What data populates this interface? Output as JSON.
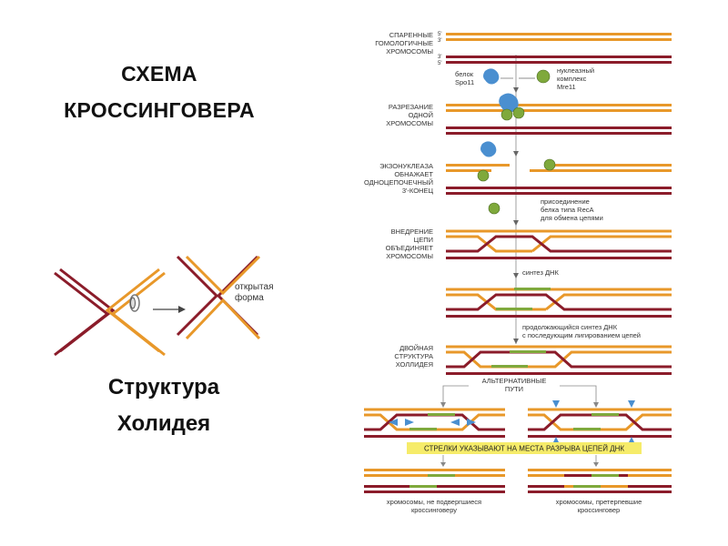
{
  "left": {
    "title_line1": "СХЕМА",
    "title_line2": "КРОССИНГОВЕРА",
    "holliday_line1": "Структура",
    "holliday_line2": "Холидея",
    "open_form_line1": "открытая",
    "open_form_line2": "форма"
  },
  "steps": {
    "s1": [
      "СПАРЕННЫЕ",
      "ГОМОЛОГИЧНЫЕ",
      "ХРОМОСОМЫ"
    ],
    "s2": [
      "РАЗРЕЗАНИЕ",
      "ОДНОЙ",
      "ХРОМОСОМЫ"
    ],
    "s3": [
      "ЭКЗОНУКЛЕАЗА",
      "ОБНАЖАЕТ",
      "ОДНОЦЕПОЧЕЧНЫЙ",
      "3'-КОНЕЦ"
    ],
    "s4": [
      "ВНЕДРЕНИЕ",
      "ЦЕПИ",
      "ОБЪЕДИНЯЕТ",
      "ХРОМОСОМЫ"
    ],
    "s6": [
      "ДВОЙНАЯ",
      "СТРУКТУРА",
      "ХОЛЛИДЕЯ"
    ]
  },
  "annotations": {
    "spo11": [
      "белок",
      "Spo11"
    ],
    "mre11": [
      "нуклеазный",
      "комплекс",
      "Mre11"
    ],
    "reca": [
      "присоединение",
      "белка типа RecA",
      "для обмена цепями"
    ],
    "synth": "синтез ДНК",
    "cont": [
      "продолжающийся синтез ДНК",
      "с последующим лигированием цепей"
    ],
    "alt": [
      "АЛЬТЕРНАТИВНЫЕ",
      "ПУТИ"
    ],
    "banner": "СТРЕЛКИ УКАЗЫВАЮТ НА МЕСТА РАЗРЫВА ЦЕПЕЙ ДНК",
    "res_left": [
      "хромосомы, не подвергшиеся",
      "кроссинговеру"
    ],
    "res_right": [
      "хромосомы, претерпевшие",
      "кроссинговер"
    ]
  },
  "strand_ends": {
    "five": "5'",
    "three": "3'"
  },
  "colors": {
    "orange": "#e8982a",
    "dark_red": "#8b1c2a",
    "green": "#7fa93c",
    "blue": "#4a8fd0",
    "banner": "#f6ec6a"
  }
}
